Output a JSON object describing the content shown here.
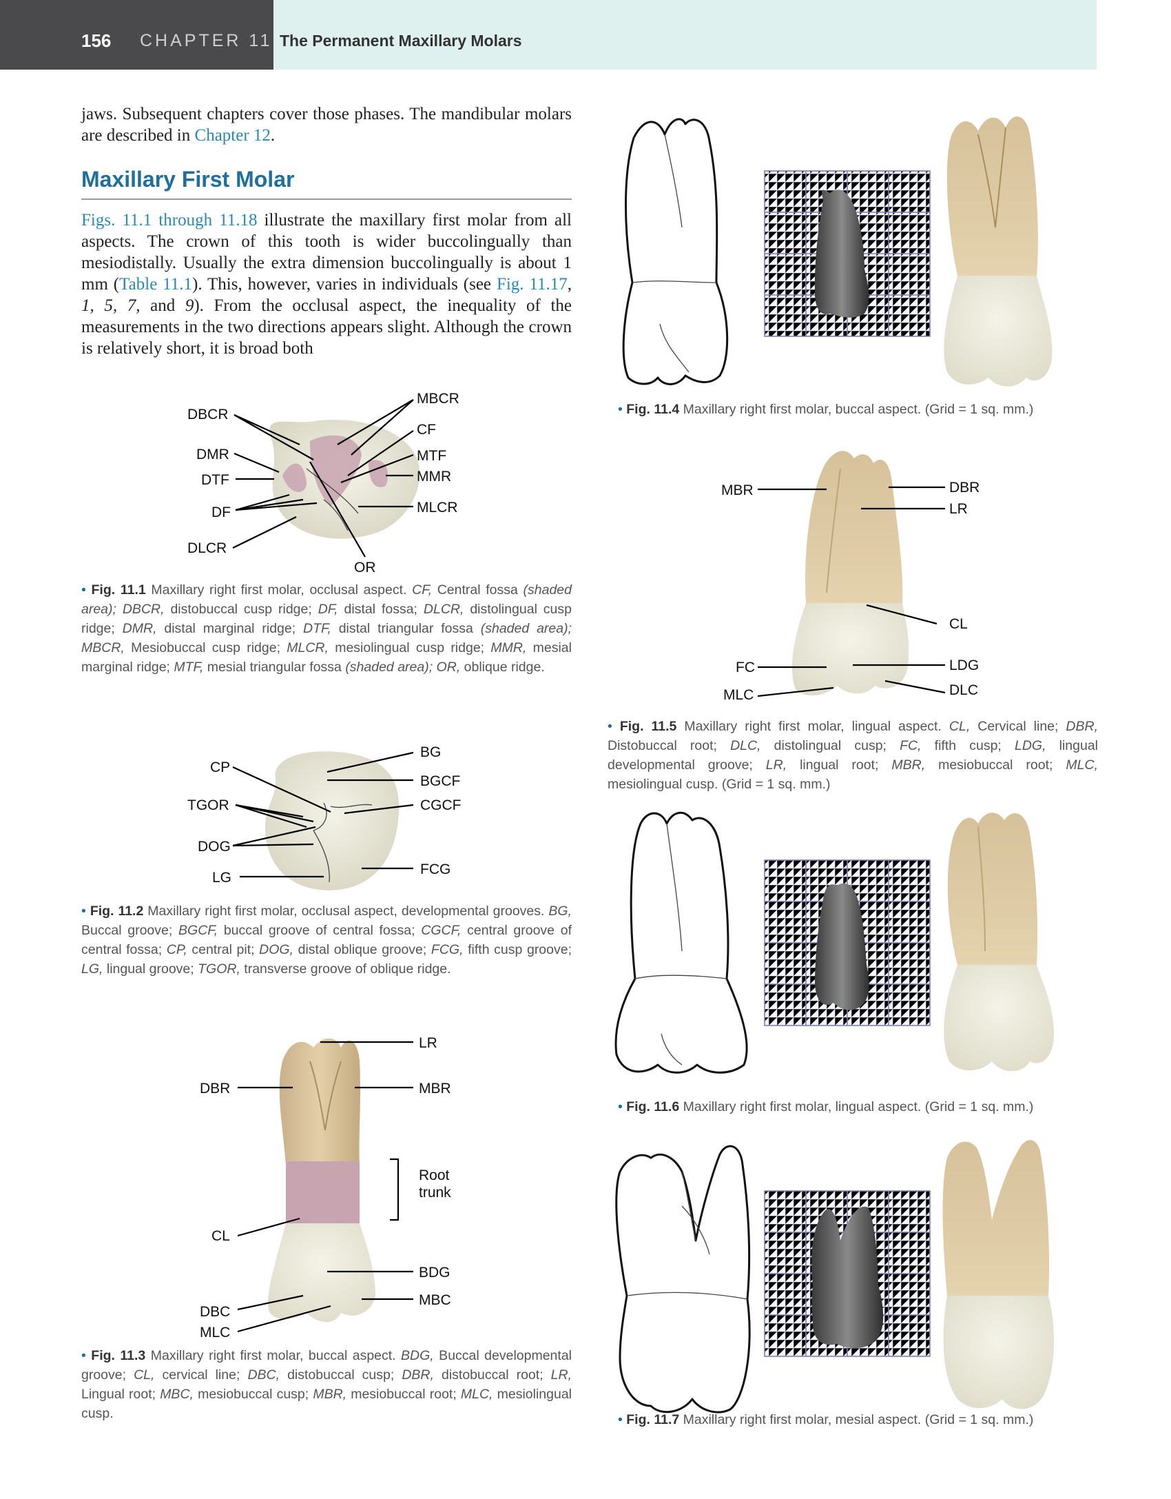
{
  "header": {
    "page_number": "156",
    "chapter": "CHAPTER 11",
    "title": "The Permanent Maxillary Molars"
  },
  "intro": {
    "text_a": "jaws. Subsequent chapters cover those phases. The mandibular molars are described in ",
    "link": "Chapter 12",
    "text_b": "."
  },
  "section": {
    "heading": "Maxillary First Molar",
    "p_link1": "Figs. 11.1 through 11.18",
    "p_t1": " illustrate the maxillary first molar from all aspects. The crown of this tooth is wider buccolingually than mesiodistally. Usually the extra dimension buccolingually is about 1 mm (",
    "p_link2": "Table 11.1",
    "p_t2": "). This, however, varies in individuals (see ",
    "p_link3": "Fig. 11.17",
    "p_t3": ", ",
    "p_it": "1, 5, 7,",
    "p_t4": " and ",
    "p_it2": "9",
    "p_t5": "). From the occlusal aspect, the inequality of the measurements in the two directions appears slight. Although the crown is relatively short, it is broad both"
  },
  "fig1": {
    "labels": {
      "dbcr": "DBCR",
      "dmr": "DMR",
      "dtf": "DTF",
      "df": "DF",
      "dlcr": "DLCR",
      "or": "OR",
      "mbcr": "MBCR",
      "cf": "CF",
      "mtf": "MTF",
      "mmr": "MMR",
      "mlcr": "MLCR"
    },
    "caption": {
      "num": "Fig. 11.1",
      "text": " Maxillary right first molar, occlusal aspect. ",
      "parts": [
        [
          "CF,",
          " Central fossa "
        ],
        [
          "(shaded area); DBCR,",
          " distobuccal cusp ridge; "
        ],
        [
          "DF,",
          " distal fossa; "
        ],
        [
          "DLCR,",
          " distolingual cusp ridge; "
        ],
        [
          "DMR,",
          " distal marginal ridge; "
        ],
        [
          "DTF,",
          " distal triangular fossa "
        ],
        [
          "(shaded area); MBCR,",
          " Mesiobuccal cusp ridge; "
        ],
        [
          "MLCR,",
          " mesiolingual cusp ridge; "
        ],
        [
          "MMR,",
          " mesial marginal ridge; "
        ],
        [
          "MTF,",
          " mesial triangular fossa "
        ],
        [
          "(shaded area); OR,",
          " oblique ridge."
        ]
      ]
    }
  },
  "fig2": {
    "labels": {
      "cp": "CP",
      "tgor": "TGOR",
      "dog": "DOG",
      "lg": "LG",
      "bg": "BG",
      "bgcf": "BGCF",
      "cgcf": "CGCF",
      "fcg": "FCG"
    },
    "caption": {
      "num": "Fig. 11.2",
      "text": " Maxillary right first molar, occlusal aspect, developmental grooves. ",
      "parts": [
        [
          "BG,",
          " Buccal groove; "
        ],
        [
          "BGCF,",
          " buccal groove of central fossa; "
        ],
        [
          "CGCF,",
          " central groove of central fossa; "
        ],
        [
          "CP,",
          " central pit; "
        ],
        [
          "DOG,",
          " distal oblique groove; "
        ],
        [
          "FCG,",
          " fifth cusp groove; "
        ],
        [
          "LG,",
          " lingual groove; "
        ],
        [
          "TGOR,",
          " transverse groove of oblique ridge."
        ]
      ]
    }
  },
  "fig3": {
    "labels": {
      "lr": "LR",
      "dbr": "DBR",
      "mbr": "MBR",
      "root": "Root",
      "trunk": "trunk",
      "cl": "CL",
      "bdg": "BDG",
      "mbc": "MBC",
      "dbc": "DBC",
      "mlc": "MLC"
    },
    "caption": {
      "num": "Fig. 11.3",
      "text": " Maxillary right first molar, buccal aspect. ",
      "parts": [
        [
          "BDG,",
          " Buccal developmental groove; "
        ],
        [
          "CL,",
          " cervical line; "
        ],
        [
          "DBC,",
          " distobuccal cusp; "
        ],
        [
          "DBR,",
          " distobuccal root; "
        ],
        [
          "LR,",
          " Lingual root; "
        ],
        [
          "MBC,",
          " mesiobuccal cusp; "
        ],
        [
          "MBR,",
          " mesiobuccal root; "
        ],
        [
          "MLC,",
          " mesiolingual cusp."
        ]
      ]
    }
  },
  "fig4": {
    "caption": {
      "num": "Fig. 11.4",
      "text": " Maxillary right first molar, buccal aspect. (Grid = 1 sq. mm.)"
    }
  },
  "fig5": {
    "labels": {
      "mbr": "MBR",
      "dbr": "DBR",
      "lr": "LR",
      "cl": "CL",
      "fc": "FC",
      "ldg": "LDG",
      "mlc": "MLC",
      "dlc": "DLC"
    },
    "caption": {
      "num": "Fig. 11.5",
      "text": " Maxillary right first molar, lingual aspect. ",
      "parts": [
        [
          "CL,",
          " Cervical line; "
        ],
        [
          "DBR,",
          " Distobuccal root; "
        ],
        [
          "DLC,",
          " distolingual cusp; "
        ],
        [
          "FC,",
          " fifth cusp; "
        ],
        [
          "LDG,",
          " lingual developmental groove; "
        ],
        [
          "LR,",
          " lingual root; "
        ],
        [
          "MBR,",
          " mesiobuccal root; "
        ],
        [
          "MLC,",
          " mesiolingual cusp. (Grid = 1 sq. mm.)"
        ]
      ]
    }
  },
  "fig6": {
    "caption": {
      "num": "Fig. 11.6",
      "text": " Maxillary right first molar, lingual aspect. (Grid = 1 sq. mm.)"
    }
  },
  "fig7": {
    "caption": {
      "num": "Fig. 11.7",
      "text": " Maxillary right first molar, mesial aspect. (Grid = 1 sq. mm.)"
    }
  },
  "colors": {
    "root": "#d8c29a",
    "crown": "#efeee0",
    "shade": "#c8a3b0",
    "link": "#2a8ab3",
    "heading": "#1f6f9c"
  }
}
